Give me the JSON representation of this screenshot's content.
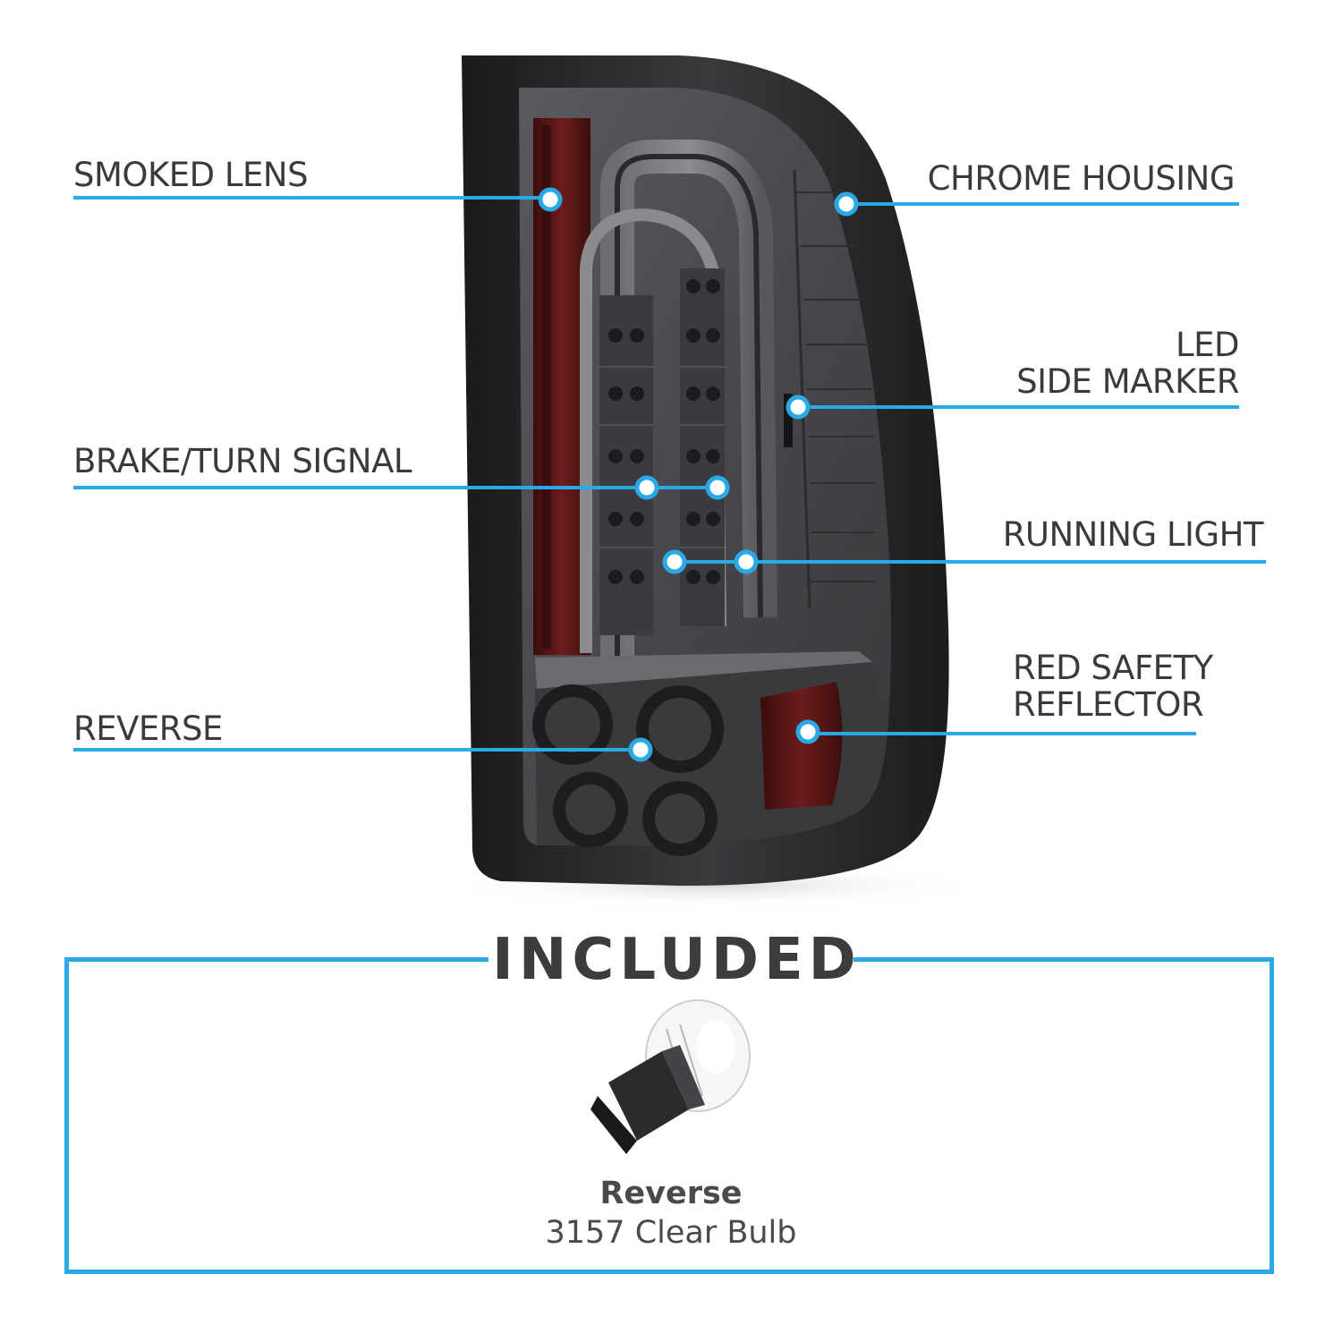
{
  "colors": {
    "accent": "#29a9e6",
    "text": "#3a3a3a",
    "lens": "#2f2f31",
    "red_lens": "#5a1414"
  },
  "callouts": {
    "smoked_lens": "SMOKED LENS",
    "chrome_housing": "CHROME HOUSING",
    "led_line1": "LED",
    "led_line2": "SIDE MARKER",
    "brake_turn": "BRAKE/TURN SIGNAL",
    "running_light": "RUNNING LIGHT",
    "reflector_line1": "RED SAFETY",
    "reflector_line2": "REFLECTOR",
    "reverse": "REVERSE"
  },
  "included": {
    "title": "INCLUDED",
    "bulb_name": "Reverse",
    "bulb_desc": "3157 Clear Bulb"
  }
}
